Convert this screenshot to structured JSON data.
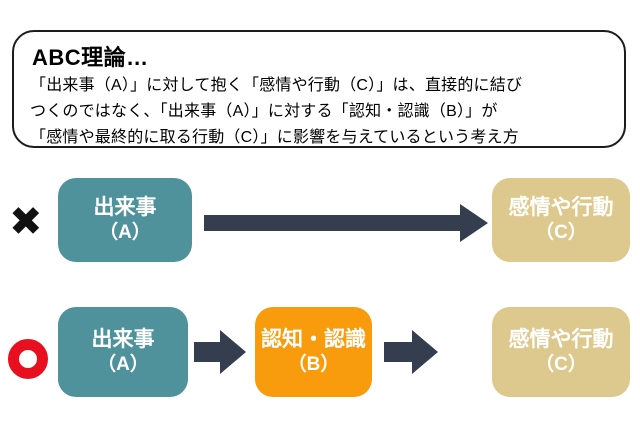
{
  "callout": {
    "title": "ABC理論…",
    "body": "「出来事（A）」に対して抱く「感情や行動（C）」は、直接的に結び\nつくのではなく、「出来事（A）」に対する「認知・認識（B）」が\n「感情や最終的に取る行動（C）」に影響を与えているという考え方"
  },
  "rows": [
    {
      "marker": {
        "glyph": "✖",
        "type": "cross",
        "color": "#111111"
      },
      "boxes": [
        {
          "label": "出来事",
          "sublabel": "（A）",
          "color": "#4f929b"
        },
        {
          "label": "感情や行動",
          "sublabel": "（C）",
          "color": "#ddc88e"
        }
      ]
    },
    {
      "marker": {
        "type": "ring",
        "color": "#e8101f"
      },
      "boxes": [
        {
          "label": "出来事",
          "sublabel": "（A）",
          "color": "#4f929b"
        },
        {
          "label": "認知・認識",
          "sublabel": "（B）",
          "color": "#f89c0e"
        },
        {
          "label": "感情や行動",
          "sublabel": "（C）",
          "color": "#ddc88e"
        }
      ]
    }
  ],
  "colors": {
    "teal_box": "#4f929b",
    "tan_box": "#ddc88e",
    "orange_box": "#f89c0e",
    "arrow": "#353e4e",
    "cross": "#111111",
    "ring": "#e8101f"
  }
}
